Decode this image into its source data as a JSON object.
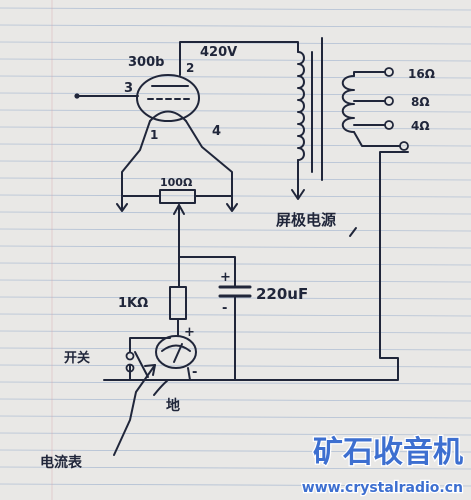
{
  "labels": {
    "tube": "300b",
    "plate_voltage": "420V",
    "pin1": "1",
    "pin2": "2",
    "pin3": "3",
    "pin4": "4",
    "pot": "100Ω",
    "resistor": "1KΩ",
    "capacitor": "220uF",
    "cap_plus": "+",
    "cap_minus": "-",
    "meter_plus": "+",
    "meter_minus": "-",
    "tap_16": "16Ω",
    "tap_8": "8Ω",
    "tap_4": "4Ω",
    "plate_supply": "屏极电源",
    "switch": "开关",
    "ground": "地",
    "ammeter": "电流表"
  },
  "watermark": {
    "title": "矿石收音机",
    "url": "www.crystalradio.cn"
  },
  "colors": {
    "ink": "#20263a",
    "paper": "#e9e8e6",
    "rule_line": "#8fa7c9",
    "margin_line": "#d6a3a8",
    "watermark": "#3d6fd0"
  }
}
